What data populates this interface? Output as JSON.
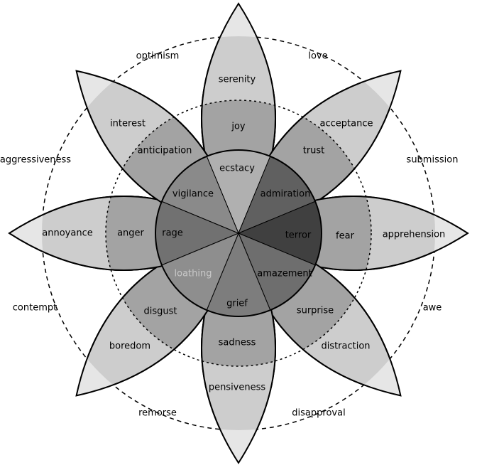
{
  "diagram": {
    "petals": [
      {
        "id": "up",
        "outer": "serenity",
        "middle": "joy",
        "inner": "ecstacy"
      },
      {
        "id": "up-right",
        "outer": "acceptance",
        "middle": "trust",
        "inner": "admiration"
      },
      {
        "id": "right",
        "outer": "apprehension",
        "middle": "fear",
        "inner": "terror"
      },
      {
        "id": "down-right",
        "outer": "distraction",
        "middle": "surprise",
        "inner": "amazement"
      },
      {
        "id": "down",
        "outer": "pensiveness",
        "middle": "sadness",
        "inner": "grief"
      },
      {
        "id": "down-left",
        "outer": "boredom",
        "middle": "disgust",
        "inner": "loathing"
      },
      {
        "id": "left",
        "outer": "annoyance",
        "middle": "anger",
        "inner": "rage"
      },
      {
        "id": "up-left",
        "outer": "interest",
        "middle": "anticipation",
        "inner": "vigilance"
      }
    ],
    "dyads": [
      {
        "id": "optimism",
        "text": "optimism"
      },
      {
        "id": "love",
        "text": "love"
      },
      {
        "id": "submission",
        "text": "submission"
      },
      {
        "id": "awe",
        "text": "awe"
      },
      {
        "id": "disapproval",
        "text": "disapproval"
      },
      {
        "id": "remorse",
        "text": "remorse"
      },
      {
        "id": "contempt",
        "text": "contempt"
      },
      {
        "id": "aggressiveness",
        "text": "aggressiveness"
      }
    ],
    "colors": {
      "tip": "#e6e6e6",
      "outer": "#cdcdcd",
      "middle": "#a3a3a3",
      "inner": "#787878",
      "stroke": "#000000"
    }
  }
}
